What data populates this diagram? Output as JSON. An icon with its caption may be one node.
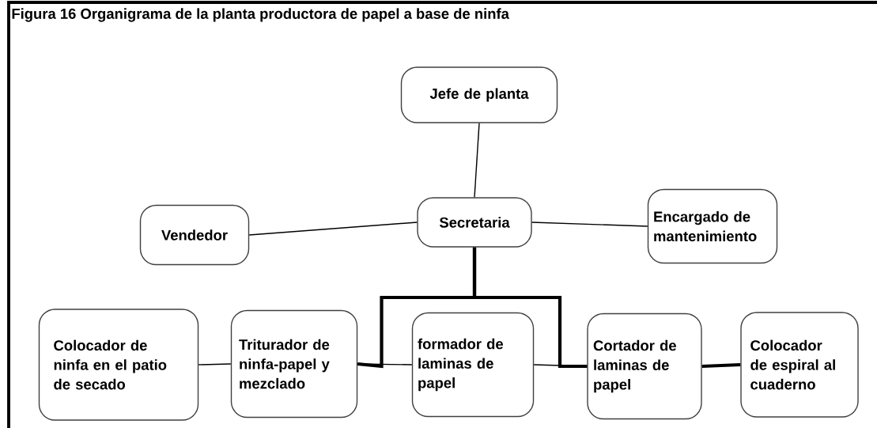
{
  "diagram": {
    "title": "Figura 16 Organigrama de la planta productora de papel a base de ninfa",
    "nodes": [
      {
        "text": [
          "Jefe de planta"
        ]
      },
      {
        "text": [
          "Secretaria"
        ]
      },
      {
        "text": [
          "Vendedor"
        ]
      },
      {
        "text": [
          "Encargado de mantenimiento"
        ]
      },
      {
        "text": [
          "Colocador de ninfa en el patio de secado"
        ]
      },
      {
        "text": [
          "Triturador de ninfa-papel y mezclado"
        ]
      },
      {
        "text": [
          "formador de laminas de papel"
        ]
      },
      {
        "text": [
          "Cortador de laminas de papel"
        ]
      },
      {
        "text": [
          "Colocador de espiral al cuaderno"
        ]
      }
    ],
    "edges": [
      {
        "from": 0,
        "to": 1,
        "arrow": "none"
      },
      {
        "from": 1,
        "to": 2,
        "arrow": "none"
      },
      {
        "from": 1,
        "to": 3,
        "arrow": "none"
      },
      {
        "from": 1,
        "to": 5,
        "arrow": "none",
        "style": "thick"
      },
      {
        "from": 1,
        "to": 7,
        "arrow": "none",
        "style": "thick"
      },
      {
        "from": 4,
        "to": 5,
        "arrow": "none"
      },
      {
        "from": 5,
        "to": 6,
        "arrow": "none"
      },
      {
        "from": 6,
        "to": 7,
        "arrow": "none"
      },
      {
        "from": 7,
        "to": 8,
        "arrow": "none",
        "style": "thick"
      }
    ]
  }
}
